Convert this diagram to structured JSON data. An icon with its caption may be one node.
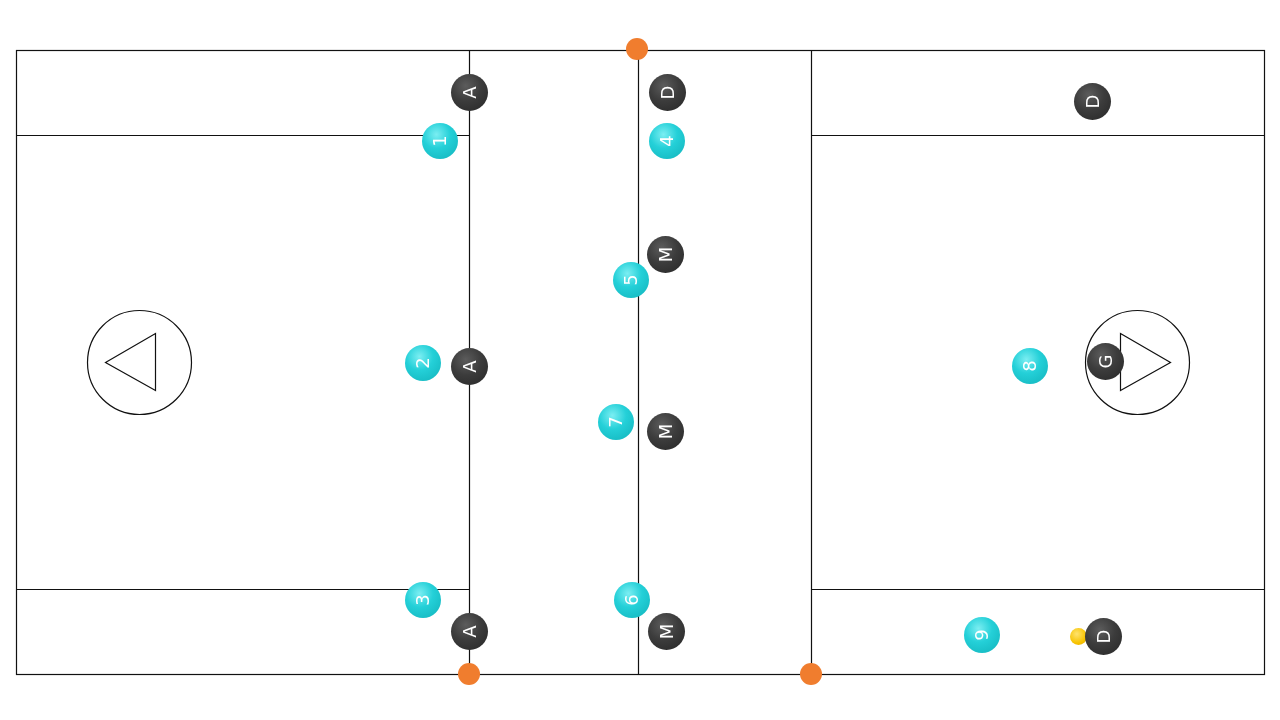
{
  "diagram": {
    "nodes": [
      {
        "text": [],
        "shape": "circle"
      },
      {
        "text": [
          "A"
        ]
      },
      {
        "text": [
          "D"
        ]
      },
      {
        "text": [
          "D"
        ]
      },
      {
        "text": [
          "1"
        ]
      },
      {
        "text": [
          "4"
        ]
      },
      {
        "text": [
          "M"
        ]
      },
      {
        "text": [
          "5"
        ]
      },
      {
        "text": [
          "2"
        ]
      },
      {
        "text": [
          "A"
        ]
      },
      {
        "text": [
          "8"
        ]
      },
      {
        "text": [
          "G"
        ]
      },
      {
        "text": [
          "7"
        ]
      },
      {
        "text": [
          "M"
        ]
      },
      {
        "text": [
          "3"
        ]
      },
      {
        "text": [
          "6"
        ]
      },
      {
        "text": [
          "A"
        ]
      },
      {
        "text": [
          "M"
        ]
      },
      {
        "text": [
          "9"
        ]
      },
      {
        "text": [],
        "shape": "circle"
      },
      {
        "text": [
          "D"
        ]
      },
      {
        "text": [],
        "shape": "circle"
      },
      {
        "text": [],
        "shape": "circle"
      }
    ]
  }
}
